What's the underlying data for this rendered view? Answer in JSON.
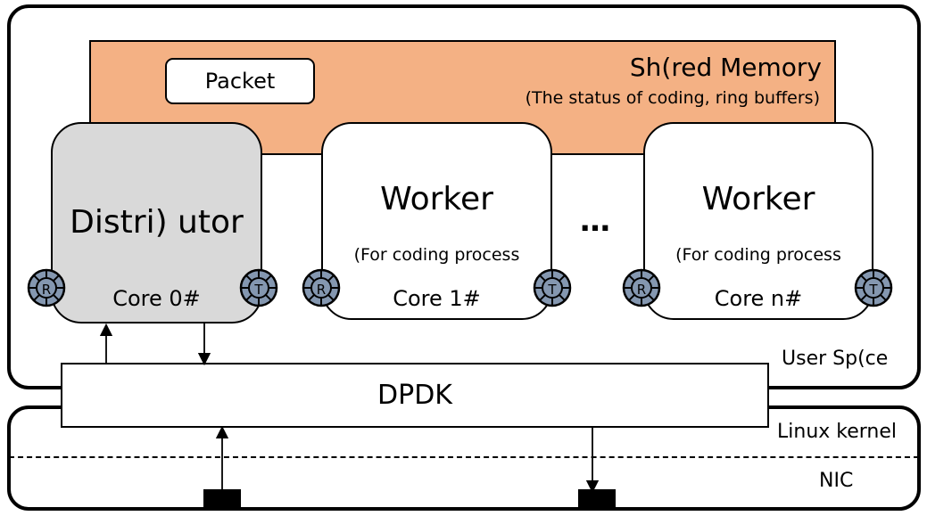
{
  "shared_memory": {
    "title": "Sh(red Memory",
    "subtitle": "(The status of coding, ring buffers)",
    "packet_label": "Packet"
  },
  "distributor": {
    "title": "Distri) utor",
    "core_label": "Core 0#",
    "rx_label": "R",
    "tx_label": "T"
  },
  "workers": [
    {
      "title": "Worker",
      "subtitle": "(For coding process",
      "core_label": "Core 1#",
      "rx_label": "R",
      "tx_label": "T"
    },
    {
      "title": "Worker",
      "subtitle": "(For coding process",
      "core_label": "Core n#",
      "rx_label": "R",
      "tx_label": "T"
    }
  ],
  "ellipsis": "…",
  "dpdk_label": "DPDK",
  "layers": {
    "user_space": "User Sp(ce",
    "linux_kernel": "Linux kernel",
    "nic": "NIC"
  },
  "colors": {
    "shared_memory_fill": "#f4b184",
    "distributor_fill": "#d9d9d9",
    "port_fill": "#8497b0"
  }
}
